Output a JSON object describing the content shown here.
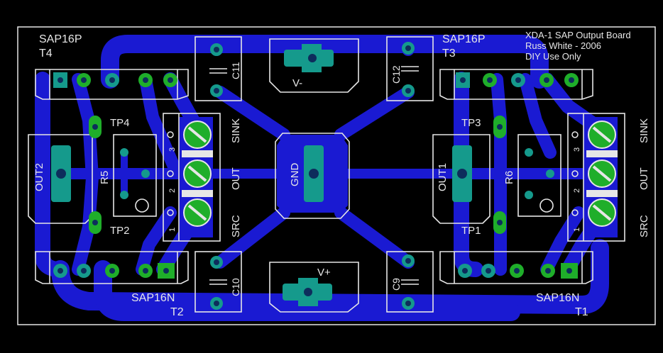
{
  "title_block": {
    "line1": "XDA-1 SAP Output Board",
    "line2": "Russ White - 2006",
    "line3": "DIY Use Only"
  },
  "transistors": {
    "t4": {
      "part": "SAP16P",
      "ref": "T4"
    },
    "t3": {
      "part": "SAP16P",
      "ref": "T3"
    },
    "t2": {
      "part": "SAP16N",
      "ref": "T2"
    },
    "t1": {
      "part": "SAP16N",
      "ref": "T1"
    }
  },
  "capacitors": {
    "c11": "C11",
    "c12": "C12",
    "c10": "C10",
    "c9": "C9"
  },
  "terminals": {
    "vminus": "V-",
    "vplus": "V+",
    "gnd": "GND",
    "out1": "OUT1",
    "out2": "OUT2"
  },
  "resistors": {
    "r5": "R5",
    "r6": "R6"
  },
  "test_points": {
    "tp1": "TP1",
    "tp2": "TP2",
    "tp3": "TP3",
    "tp4": "TP4"
  },
  "connector_labels": {
    "sink": "SINK",
    "out": "OUT",
    "src": "SRC",
    "pin3": "3",
    "pin2": "2",
    "pin1": "1"
  },
  "colors": {
    "background": "#000000",
    "copper": "#1a1ad2",
    "silkscreen": "#e6e6e6",
    "pad": "#159a8c",
    "pad_alt": "#1fae2a",
    "drill": "#0d2d5c"
  }
}
